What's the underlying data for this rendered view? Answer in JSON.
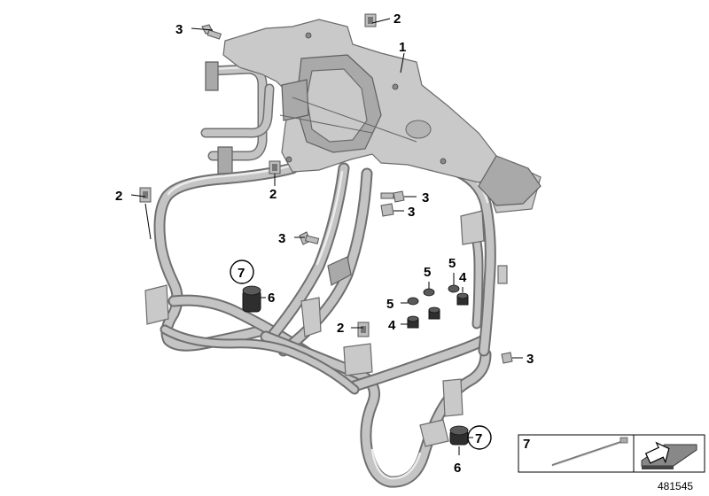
{
  "diagram": {
    "callouts": {
      "c1": "1",
      "c2a": "2",
      "c2b": "2",
      "c2c": "2",
      "c2d": "2",
      "c3a": "3",
      "c3b": "3",
      "c3c": "3",
      "c3d": "3",
      "c3e": "3",
      "c4a": "4",
      "c4b": "4",
      "c5a": "5",
      "c5b": "5",
      "c5c": "5",
      "c6a": "6",
      "c6b": "6",
      "c7a": "7",
      "c7b": "7"
    },
    "legend": {
      "item_number": "7"
    },
    "document_number": "481545"
  }
}
